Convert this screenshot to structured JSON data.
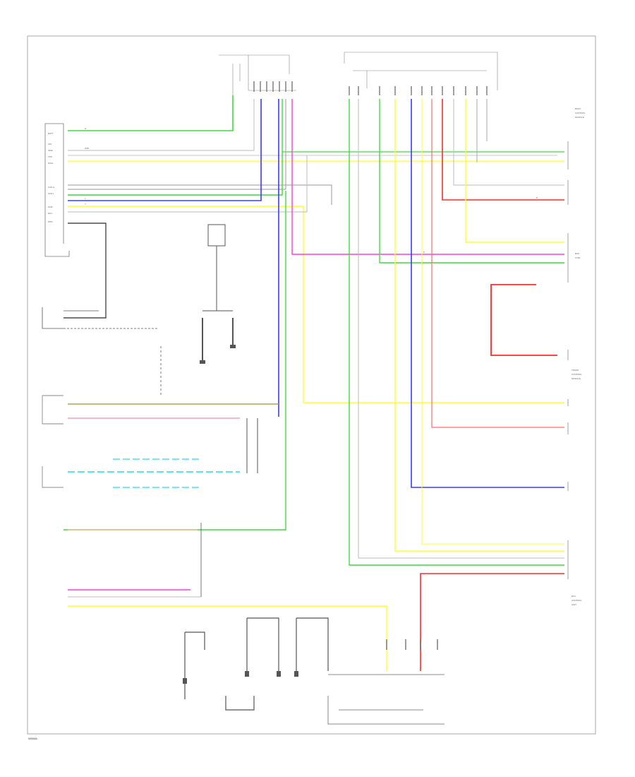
{
  "colors": {
    "green": "#3fdc3f",
    "blue": "#3a3aff",
    "pink": "#ff3fd5",
    "yellow": "#ffff2a",
    "red": "#ff2a2a",
    "cyan": "#22ddee",
    "olive": "#b0a050",
    "rose": "#f2a0b8",
    "peach": "#f5b890",
    "dark": "#4a4a4a",
    "gray": "#9a9a9a",
    "lightgray": "#c8c8c8"
  },
  "labels": {
    "left_module": [
      "BATT",
      "IGN",
      "SPDI",
      "TPS",
      "DIAG",
      "CAN H",
      "CAN L",
      "GND",
      "ECU",
      "MTR"
    ],
    "right_module_top": [
      "BODY",
      "CONTROL",
      "MODULE"
    ],
    "right_module_mid": [
      "BUS",
      "CTRL"
    ],
    "right_module_low": [
      "TRANS",
      "CONTROL",
      "MODULE"
    ],
    "right_module_bottom": [
      "ECU",
      "CONTROL",
      "UNIT"
    ],
    "wire_tags": [
      "W/B",
      "G",
      "L",
      "P",
      "Y",
      "R"
    ],
    "footer_code": "W0066"
  }
}
